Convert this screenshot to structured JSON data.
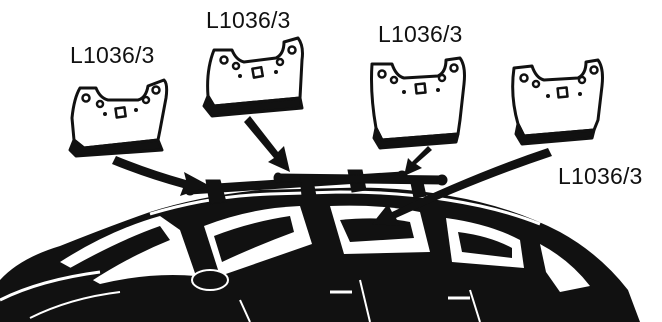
{
  "diagram": {
    "labels": [
      {
        "id": "bracket-1",
        "text": "L1036/3"
      },
      {
        "id": "bracket-2",
        "text": "L1036/3"
      },
      {
        "id": "bracket-3",
        "text": "L1036/3"
      },
      {
        "id": "bracket-4",
        "text": "L1036/3"
      }
    ],
    "colors": {
      "ink": "#111111",
      "paper": "#ffffff",
      "bracket_fill": "#ffffff"
    }
  }
}
